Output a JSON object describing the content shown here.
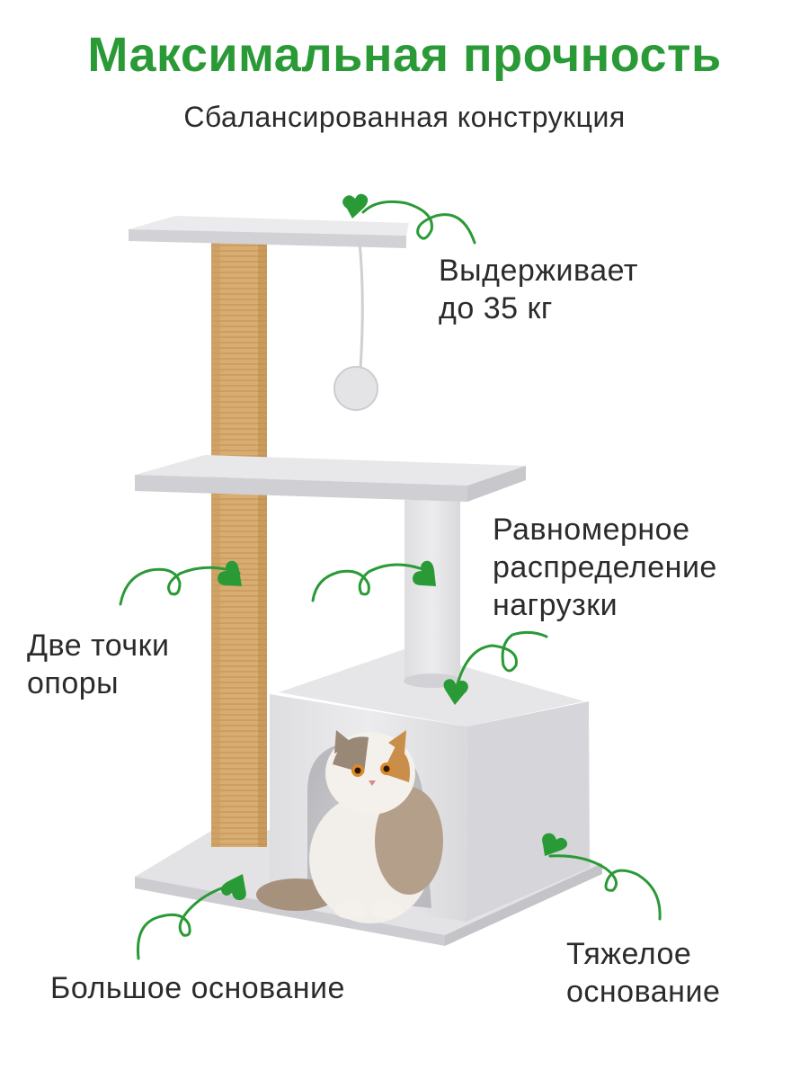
{
  "header": {
    "title": "Максимальная прочность",
    "subtitle": "Сбалансированная конструкция"
  },
  "colors": {
    "accent": "#2a9a36",
    "text": "#2b2b2b",
    "plush": "#e9e9eb",
    "sisal": "#d8ad72"
  },
  "callouts": {
    "top_load": {
      "line1": "Выдерживает",
      "line2": "до 35 кг"
    },
    "even_distribution": {
      "line1": "Равномерное",
      "line2": "распределение",
      "line3": "нагрузки"
    },
    "two_supports": {
      "line1": "Две точки",
      "line2": "опоры"
    },
    "large_base": {
      "line1": "Большое основание"
    },
    "heavy_base": {
      "line1": "Тяжелое",
      "line2": "основание"
    }
  },
  "icons": [
    "heart-arrow-icon"
  ]
}
